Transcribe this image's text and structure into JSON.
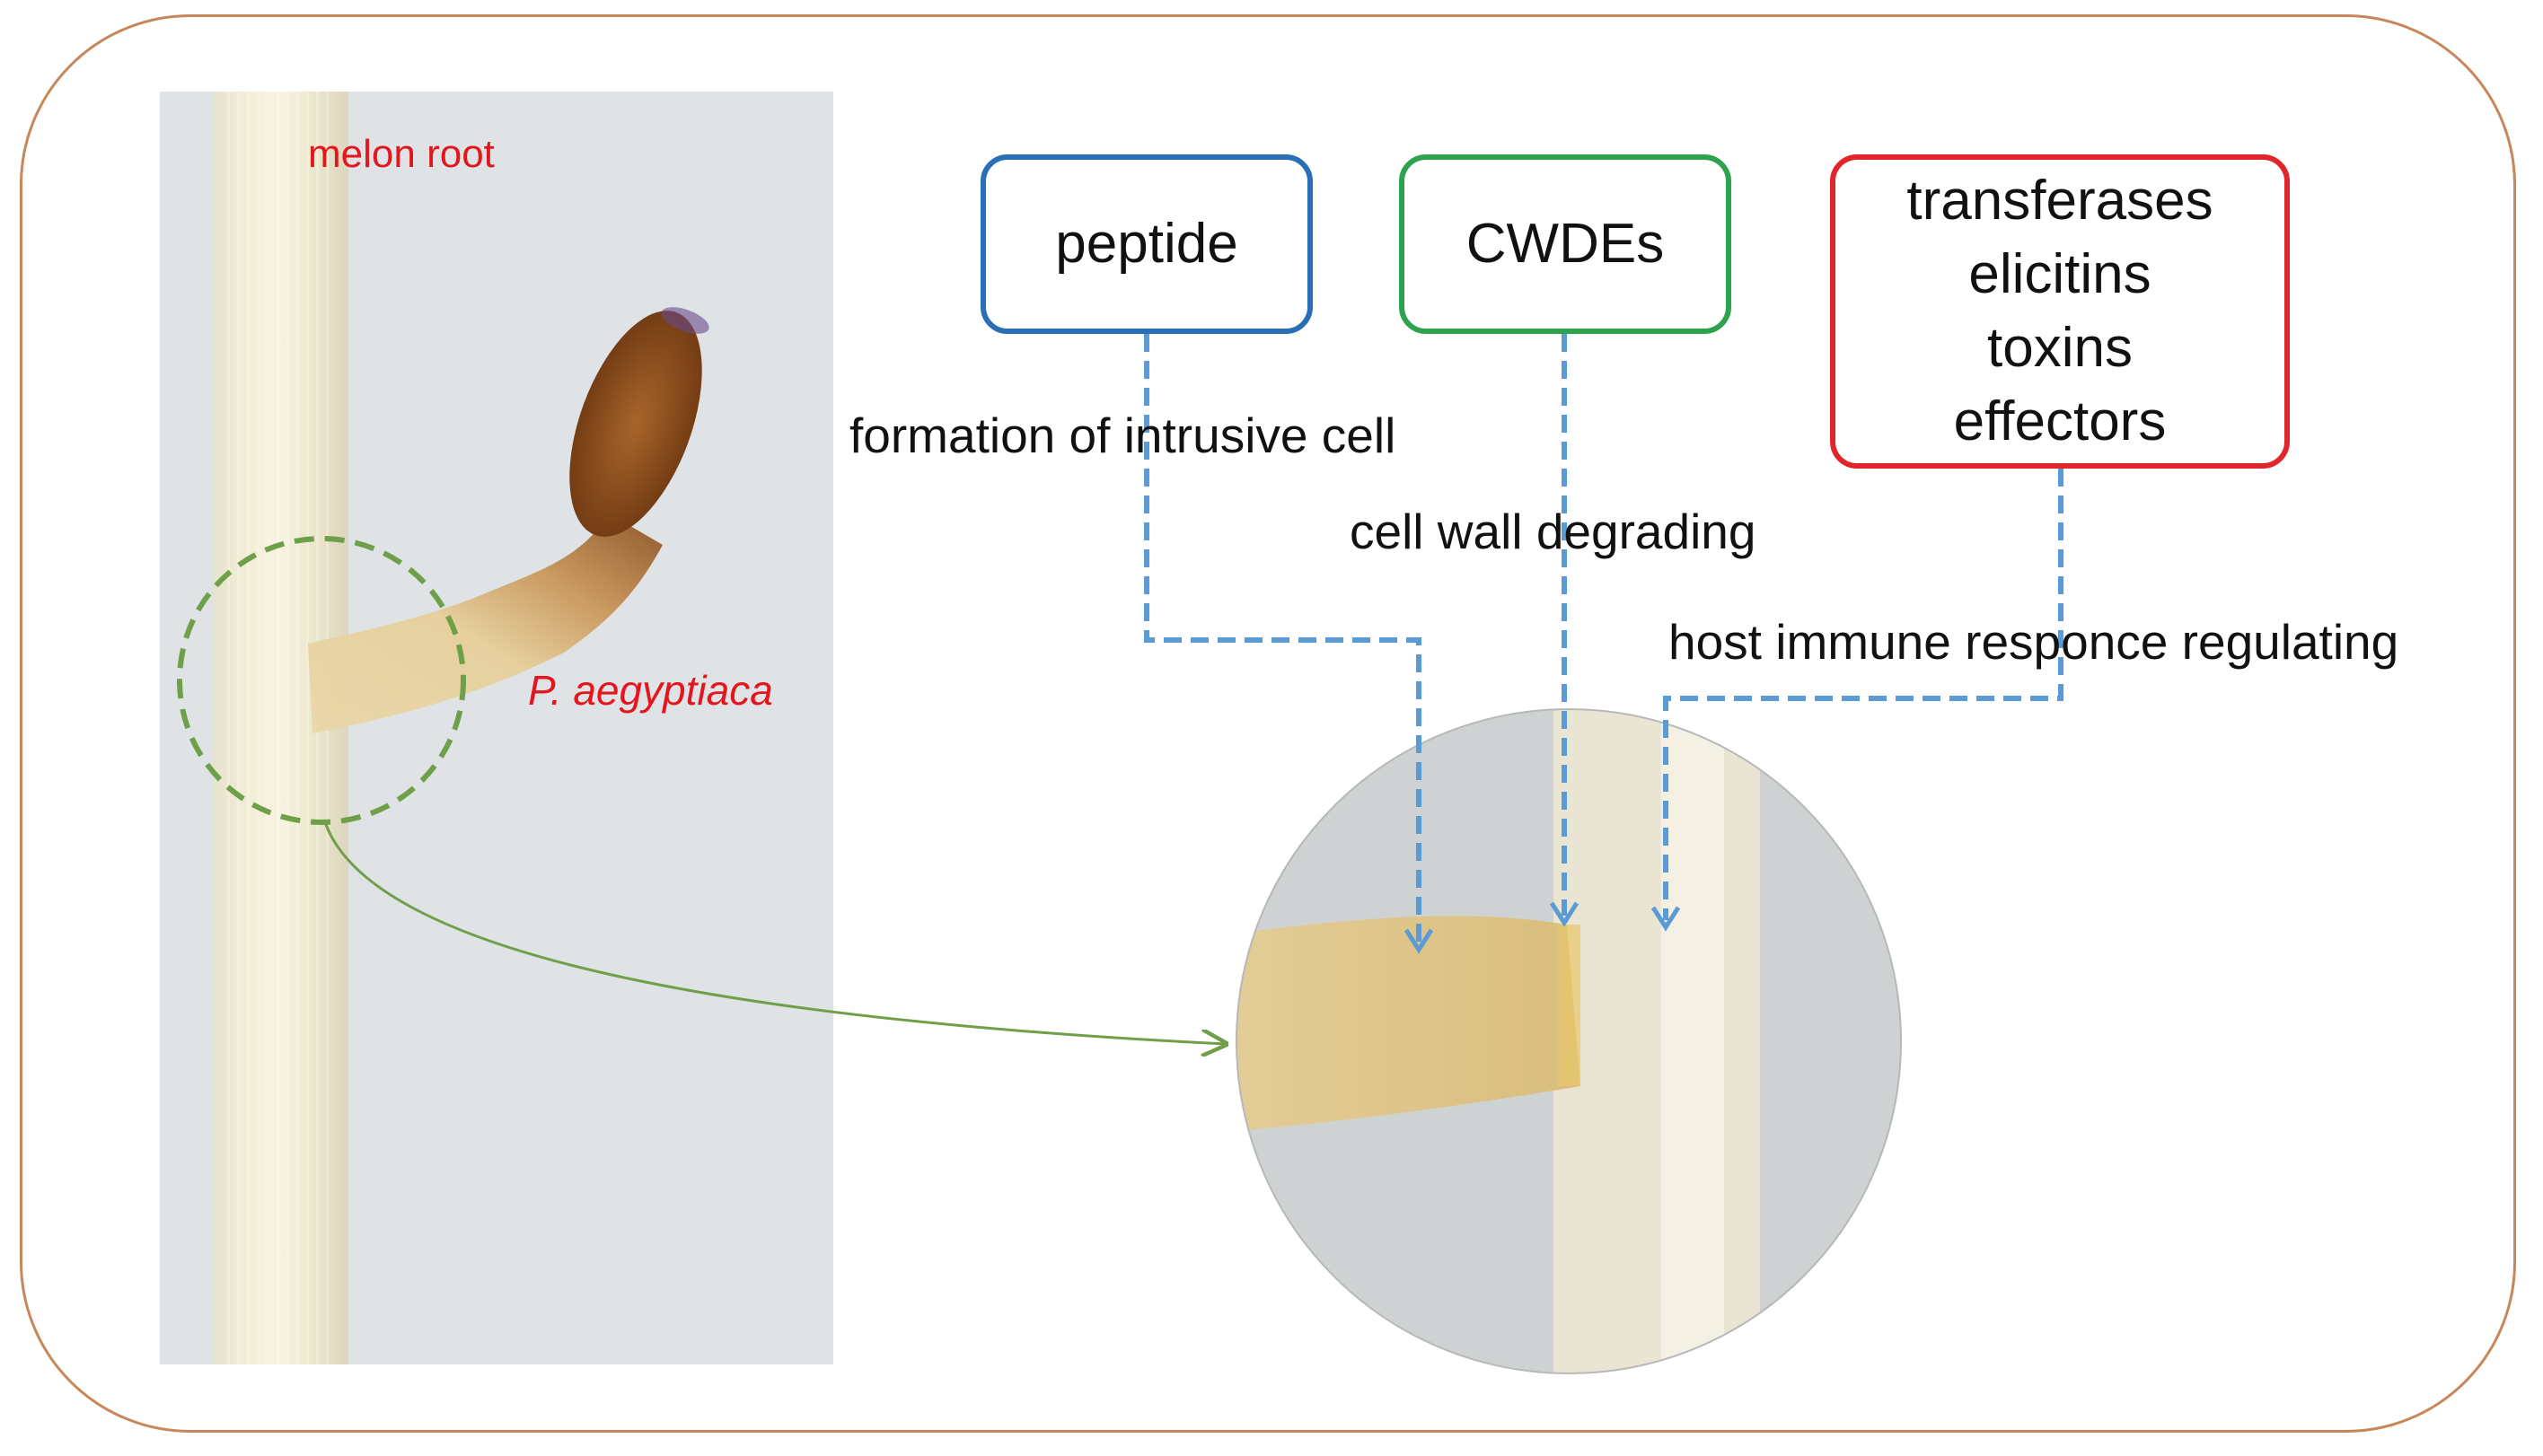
{
  "photo": {
    "label_root": "melon root",
    "label_parasite": "P. aegyptiaca"
  },
  "boxes": {
    "peptide": "peptide",
    "cwdes": "CWDEs",
    "factors": [
      "transferases",
      "elicitins",
      "toxins",
      "effectors"
    ]
  },
  "annotations": {
    "intrusive": "formation of intrusive cell",
    "wall": "cell wall degrading",
    "immune": "host immune responce regulating"
  },
  "colors": {
    "frame": "#c7875a",
    "peptide_border": "#2a6eb5",
    "cwdes_border": "#2fa24e",
    "factors_border": "#e0262b",
    "dashed_arrow": "#5b9bd5",
    "zoom_circle": "#6fa049",
    "label_red": "#e3161e"
  }
}
